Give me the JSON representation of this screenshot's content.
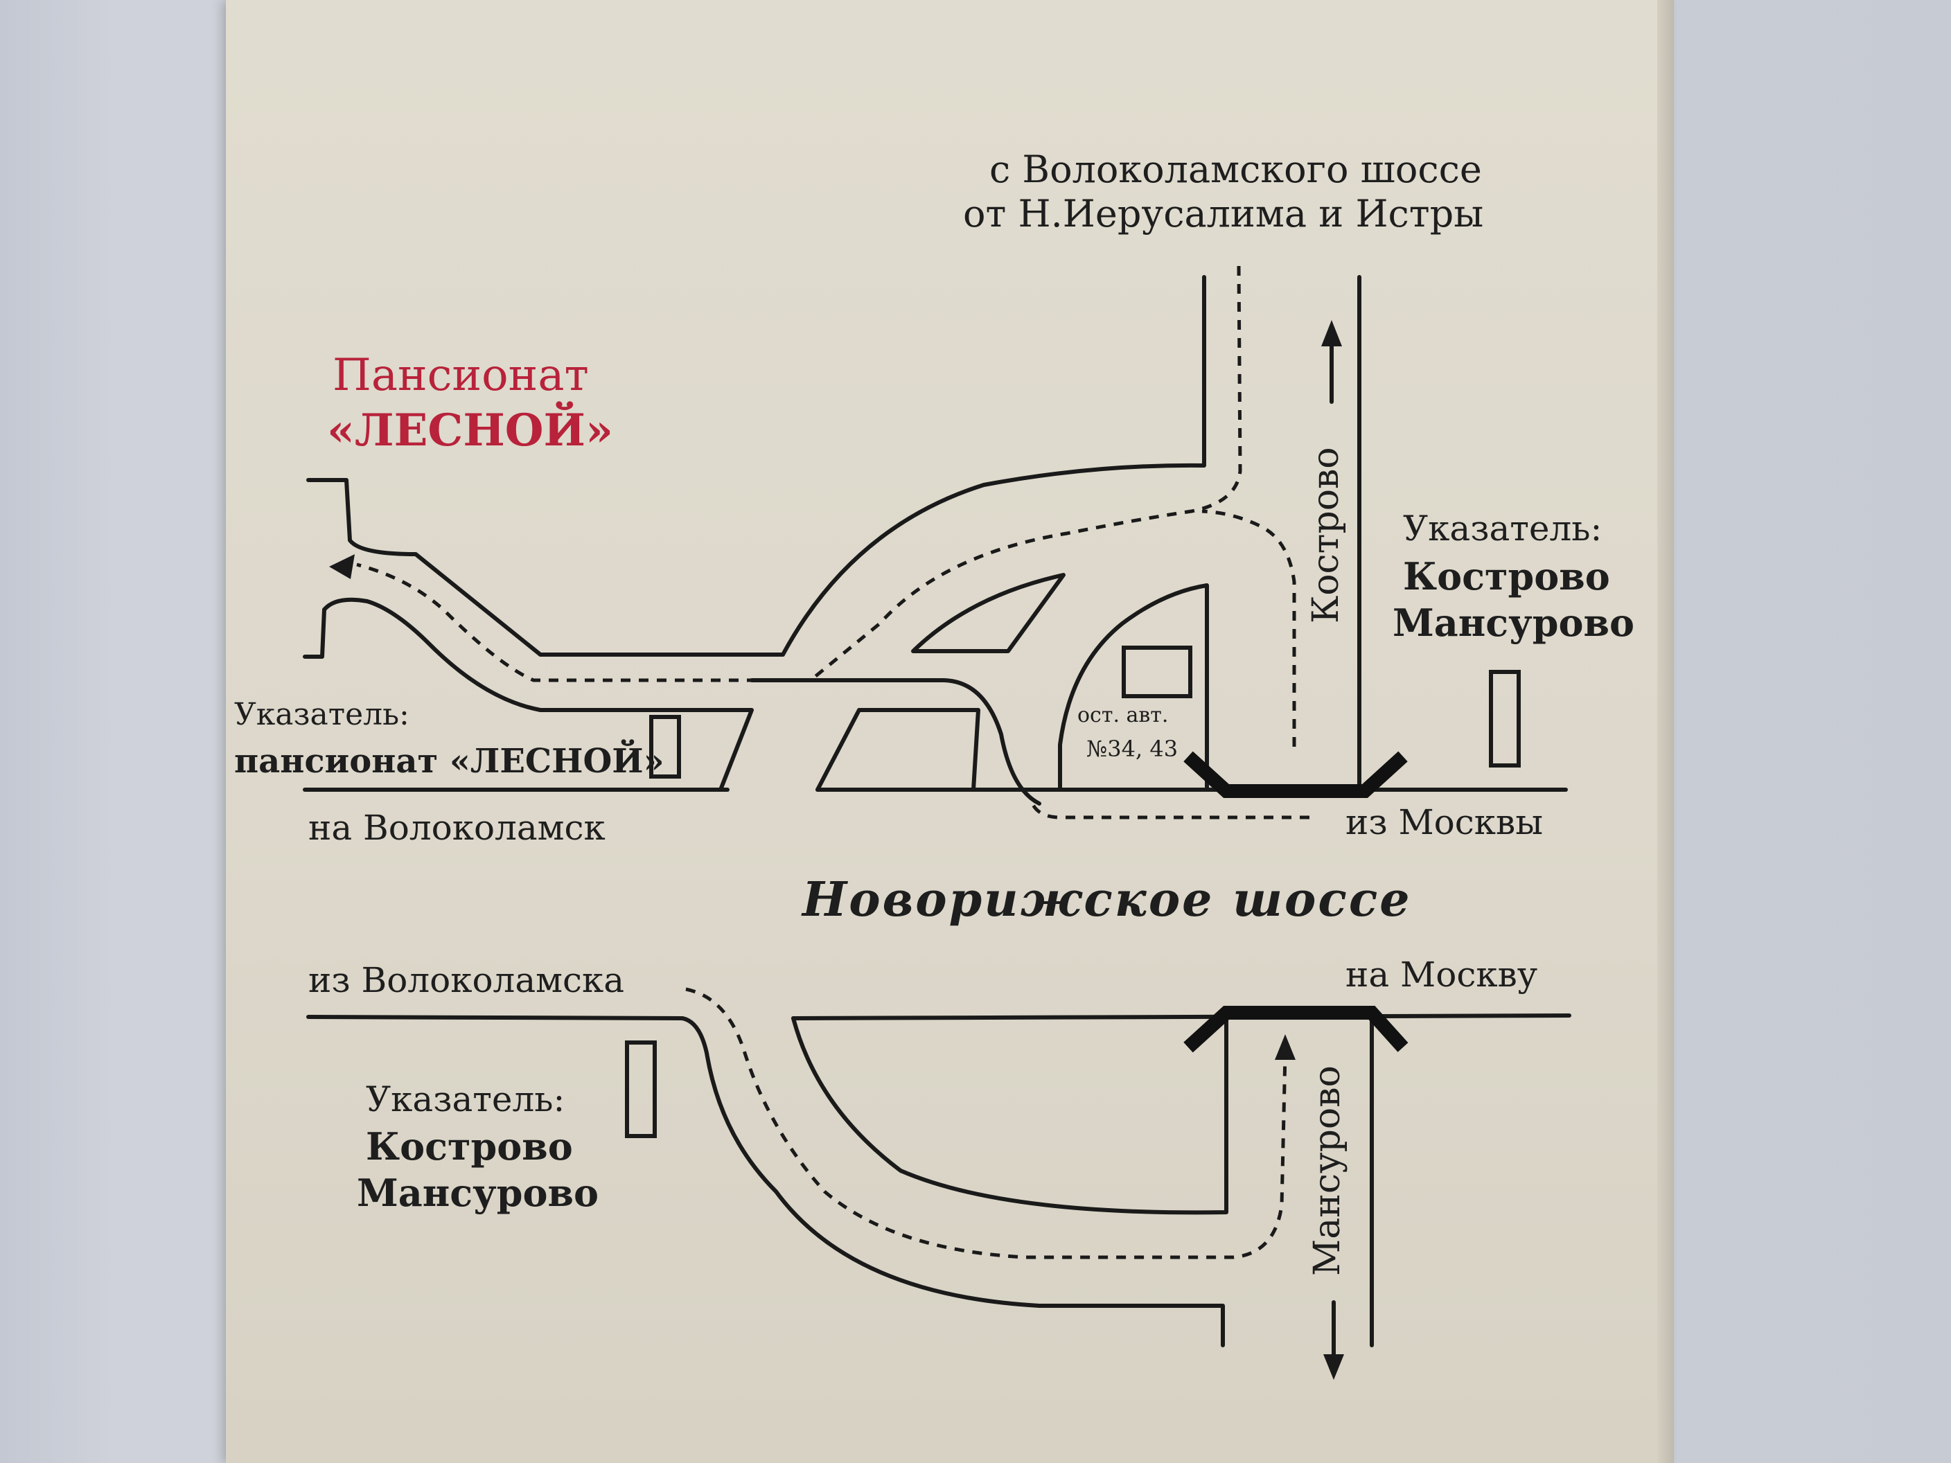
{
  "colors": {
    "paper": "#ddd8cb",
    "ink": "#1a1a1a",
    "accent_red": "#b8223a"
  },
  "top_source": {
    "line1": "с Волоколамского шоссе",
    "line2": "от Н.Иерусалима и Истры"
  },
  "destination": {
    "line1": "Пансионат",
    "line2": "«ЛЕСНОЙ»"
  },
  "sign_lesnoy": {
    "label": "Указатель:",
    "text": "пансионат «ЛЕСНОЙ»"
  },
  "sign_right": {
    "label": "Указатель:",
    "line1": "Кострово",
    "line2": "Мансурово"
  },
  "sign_bottom": {
    "label": "Указатель:",
    "line1": "Кострово",
    "line2": "Мансурово"
  },
  "bus_stop": {
    "line1": "ост. авт.",
    "line2": "№34, 43"
  },
  "road_labels": {
    "kostrovo": "Кострово",
    "mansurovo": "Мансурово",
    "to_volokolamsk": "на Волоколамск",
    "from_moscow": "из Москвы",
    "from_volokolamsk": "из Волоколамска",
    "to_moscow": "на Москву"
  },
  "highway": {
    "name": "Новорижское шоссе"
  }
}
